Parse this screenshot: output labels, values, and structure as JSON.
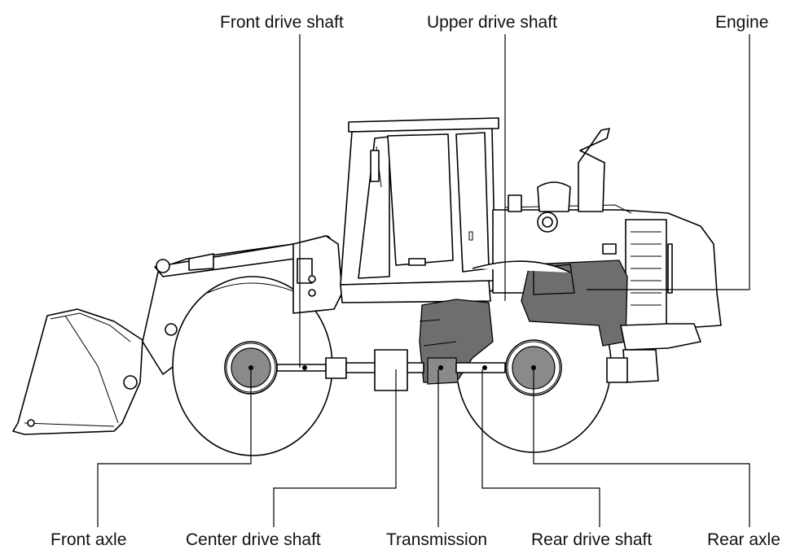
{
  "labels": {
    "front_drive_shaft": "Front drive shaft",
    "upper_drive_shaft": "Upper drive shaft",
    "engine": "Engine",
    "front_axle": "Front axle",
    "center_drive_shaft": "Center drive shaft",
    "transmission": "Transmission",
    "rear_drive_shaft": "Rear drive shaft",
    "rear_axle": "Rear axle"
  },
  "colors": {
    "line": "#000000",
    "component_shading": "#6e6e6e",
    "background": "#ffffff"
  }
}
